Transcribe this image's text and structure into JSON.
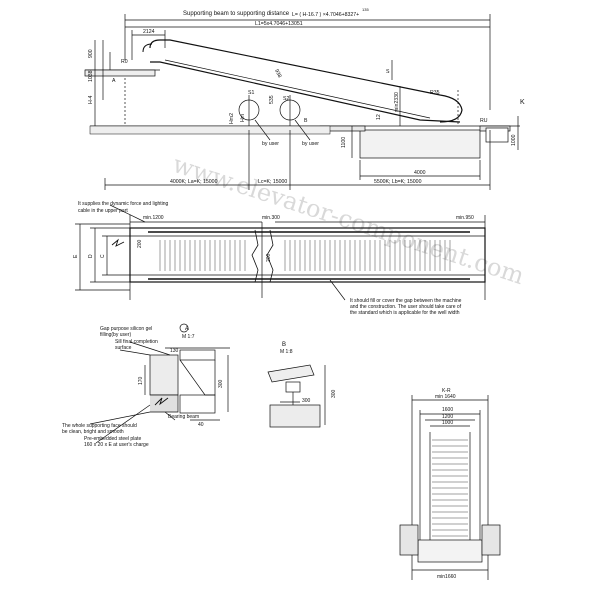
{
  "elevation": {
    "title": "Supporting beam to supporting distance",
    "formula_L": "L= ( H-16.7 ) ×4.7046+8327+",
    "formula_L_sup": "135",
    "formula_L1": "L1=5x4.7046+13051",
    "dim_top_left": "2124",
    "dim_900": "900",
    "dim_1038": "1038",
    "label_H": "H-4",
    "label_R0": "R0",
    "label_A": "A",
    "label_938": "938",
    "label_S": "S",
    "label_R35": "R35",
    "label_min2330": "min2330",
    "label_S1": "S1",
    "label_S2": "S2",
    "label_Hm": "Hm",
    "label_Hm2": "Hm2",
    "label_535": "535",
    "label_B": "B",
    "label_K": "K",
    "label_RU": "RU",
    "label_30deg": "30°",
    "label_12": "12",
    "dim_1100": "1100",
    "dim_1000": "1000",
    "dim_4000": "4000",
    "by_user_1": "by user",
    "by_user_2": "by user",
    "bottom_left": "4000K; La=K; 15000",
    "bottom_mid": "Lc=K; 15000",
    "bottom_right": "5500K; Lb=K; 15000",
    "label_A_ruler": "A"
  },
  "plan": {
    "note_top": "It supplies the dynamic force and lighting cable in the upper part",
    "min1200": "min.1200",
    "min300": "min.300",
    "min950": "min.950",
    "label_E": "E",
    "label_D": "D",
    "label_C": "C",
    "label_200_left": "200",
    "label_200_mid": "200",
    "note_bottom": "It should fill or cover the gap between the machine and the construction. The user should take care of the standard which is applicable for the well width"
  },
  "detail_A": {
    "title": "A",
    "scale": "M 1:7",
    "note1": "Gap purpose silicon gel filling(by user)",
    "note2": "Sill final completion surface",
    "dim_130": "130",
    "dim_170": "170",
    "dim_300": "300",
    "dim_40": "40",
    "bearing": "Bearing beam",
    "note3": "The whole supporting face should be clean, bright and smooth",
    "note4": "Pre-embedded steel plate 160 x 20 x E at user's charge"
  },
  "detail_B": {
    "title": "B",
    "scale": "M 1:8",
    "dim_300a": "300",
    "dim_300b": "300"
  },
  "section_K": {
    "title": "K-R",
    "min1640": "min 1640",
    "dim_1600": "1600",
    "dim_1200": "1200",
    "dim_1000": "1000",
    "min1660": "min1660"
  },
  "watermark": "www.elevator-component.com"
}
